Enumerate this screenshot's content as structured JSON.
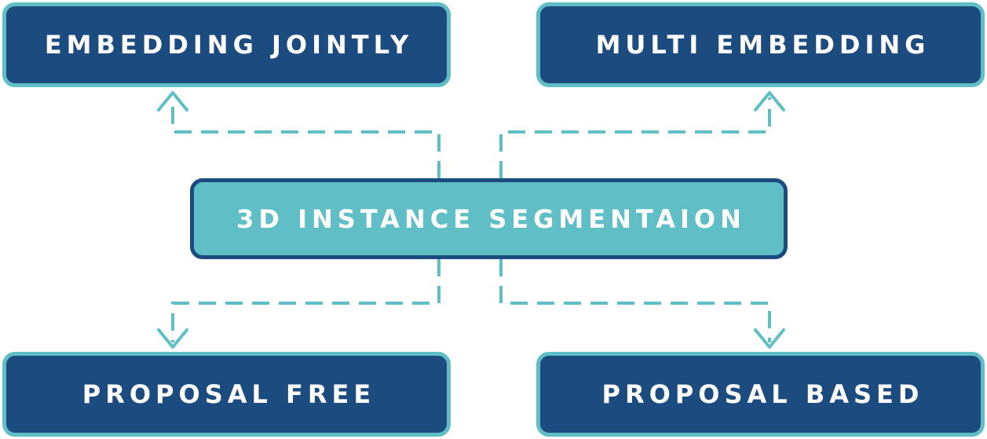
{
  "diagram": {
    "center": {
      "label": "3D INSTANCE SEGMENTAION"
    },
    "top_left": {
      "label": "EMBEDDING JOINTLY"
    },
    "top_right": {
      "label": "MULTI EMBEDDING"
    },
    "bottom_left": {
      "label": "PROPOSAL FREE"
    },
    "bottom_right": {
      "label": "PROPOSAL BASED"
    }
  },
  "colors": {
    "dark_blue": "#1c4b80",
    "teal": "#5fbec6",
    "text": "#ffffff"
  }
}
